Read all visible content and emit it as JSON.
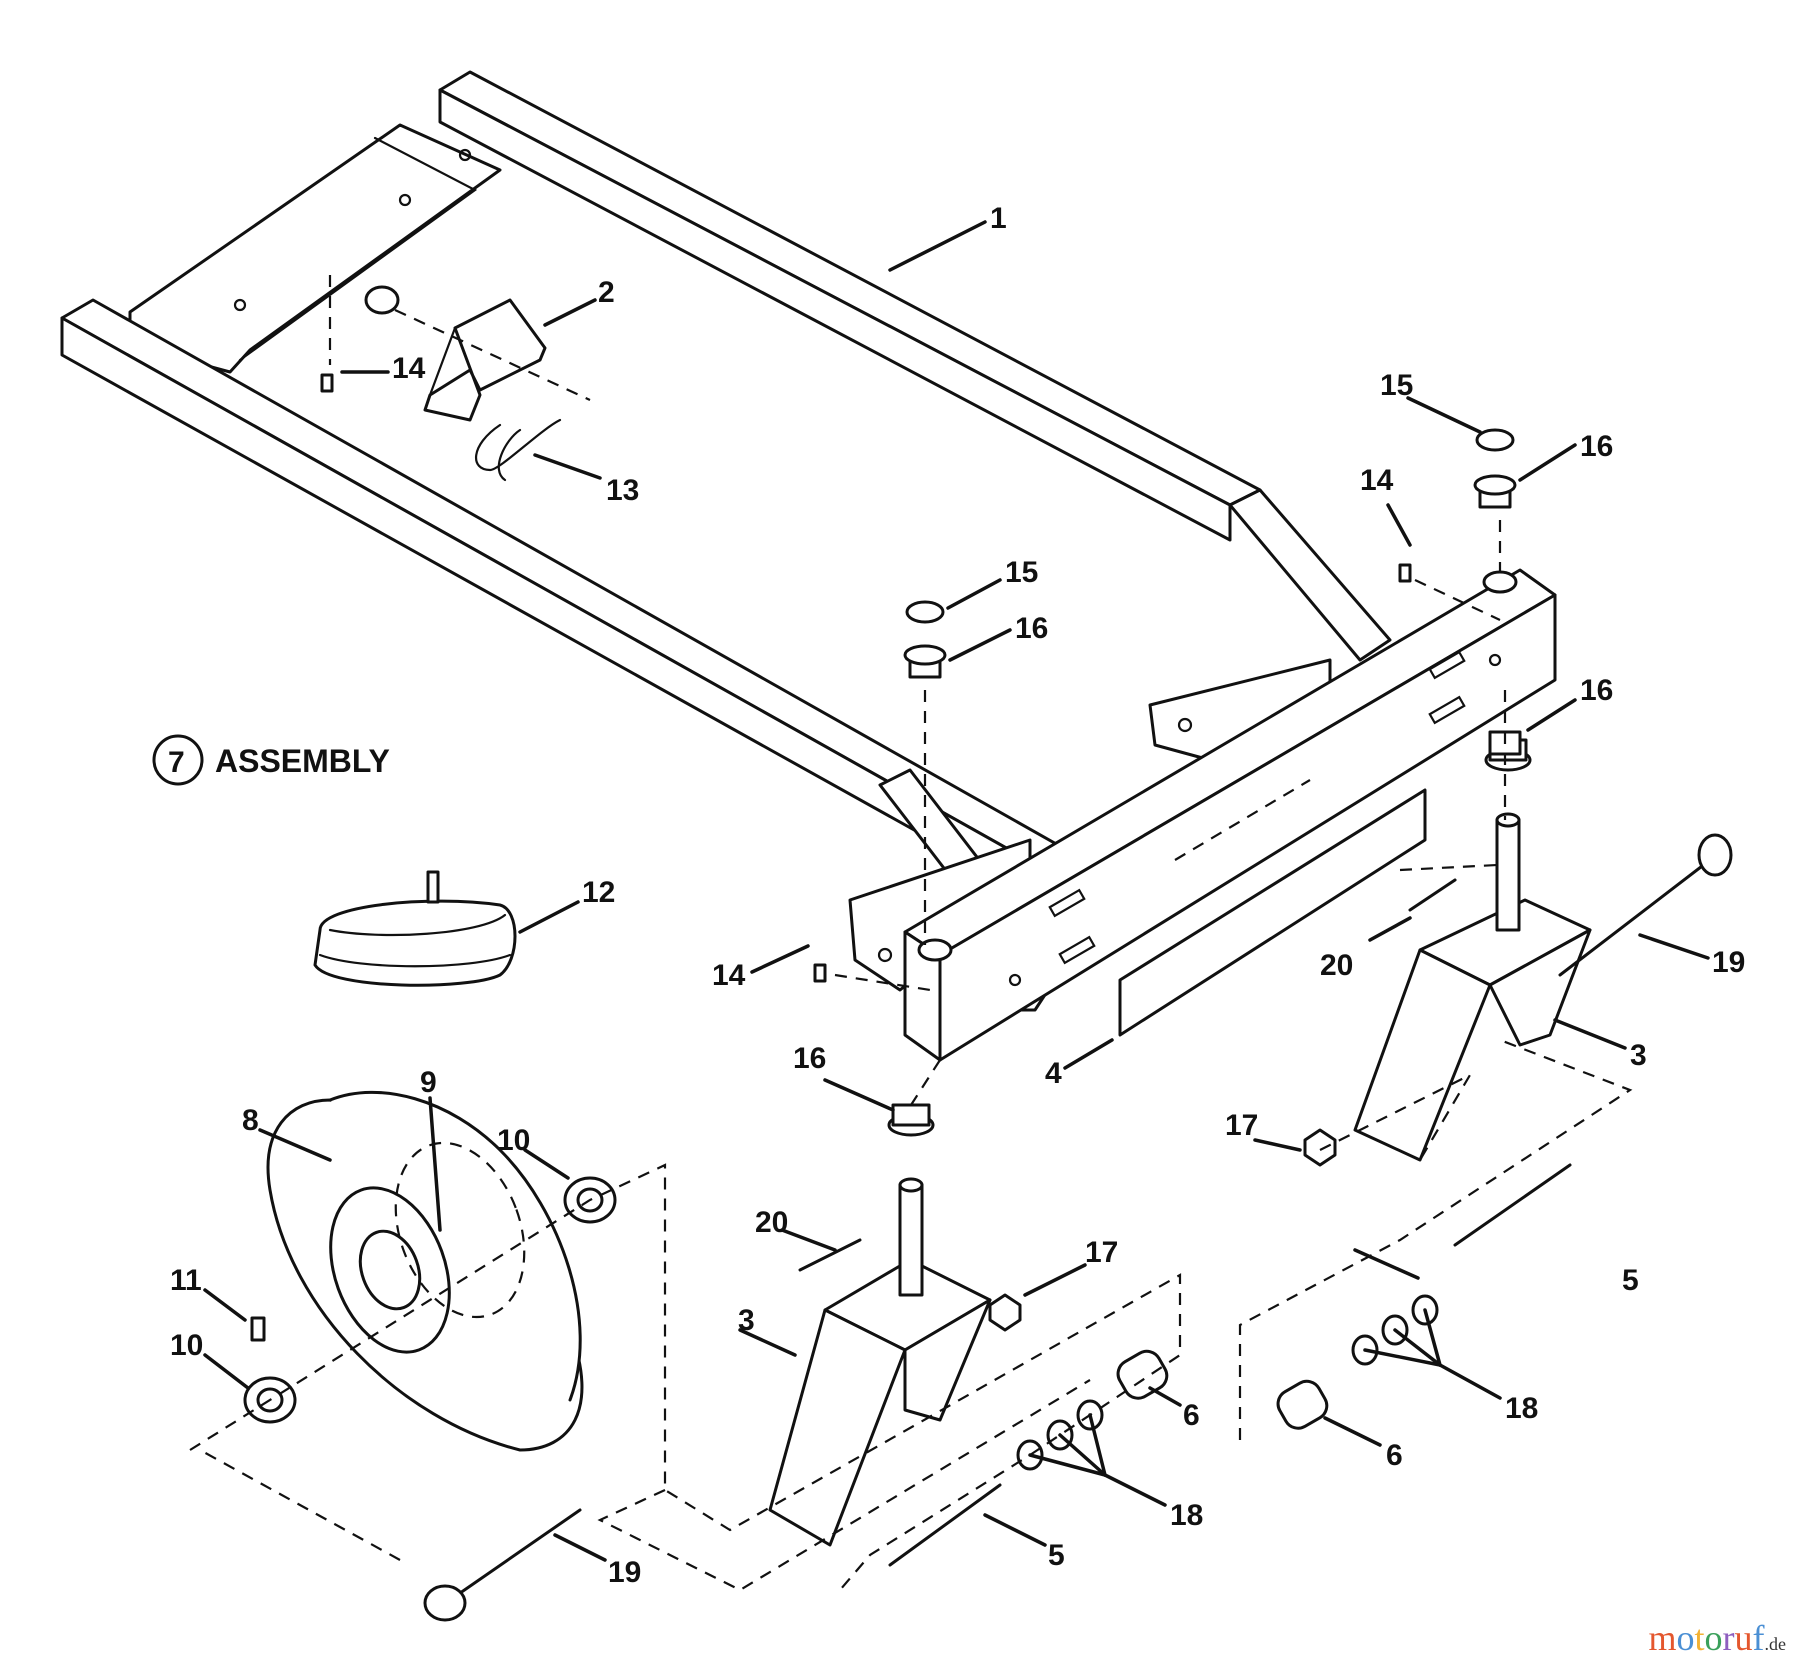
{
  "assembly": {
    "number": "7",
    "label": "ASSEMBLY"
  },
  "callouts": [
    {
      "id": "c1",
      "text": "1"
    },
    {
      "id": "c2",
      "text": "2"
    },
    {
      "id": "c14a",
      "text": "14"
    },
    {
      "id": "c13",
      "text": "13"
    },
    {
      "id": "c15a",
      "text": "15"
    },
    {
      "id": "c16a",
      "text": "16"
    },
    {
      "id": "c14b",
      "text": "14"
    },
    {
      "id": "c15b",
      "text": "15"
    },
    {
      "id": "c16b",
      "text": "16"
    },
    {
      "id": "c16c",
      "text": "16"
    },
    {
      "id": "c12",
      "text": "12"
    },
    {
      "id": "c14c",
      "text": "14"
    },
    {
      "id": "c20a",
      "text": "20"
    },
    {
      "id": "c19a",
      "text": "19"
    },
    {
      "id": "c3a",
      "text": "3"
    },
    {
      "id": "c4",
      "text": "4"
    },
    {
      "id": "c16d",
      "text": "16"
    },
    {
      "id": "c17a",
      "text": "17"
    },
    {
      "id": "c8",
      "text": "8"
    },
    {
      "id": "c9",
      "text": "9"
    },
    {
      "id": "c10a",
      "text": "10"
    },
    {
      "id": "c11",
      "text": "11"
    },
    {
      "id": "c10b",
      "text": "10"
    },
    {
      "id": "c20b",
      "text": "20"
    },
    {
      "id": "c17b",
      "text": "17"
    },
    {
      "id": "c3b",
      "text": "3"
    },
    {
      "id": "c5a",
      "text": "5"
    },
    {
      "id": "c18a",
      "text": "18"
    },
    {
      "id": "c6a",
      "text": "6"
    },
    {
      "id": "c6b",
      "text": "6"
    },
    {
      "id": "c18b",
      "text": "18"
    },
    {
      "id": "c5b",
      "text": "5"
    },
    {
      "id": "c19b",
      "text": "19"
    }
  ],
  "watermark": {
    "text": "motoruf",
    "suffix": ".de",
    "colors": [
      "#e4572e",
      "#4a8fd4",
      "#f2b134",
      "#3aa05a",
      "#8e5fbf",
      "#e4572e",
      "#4a8fd4"
    ]
  }
}
